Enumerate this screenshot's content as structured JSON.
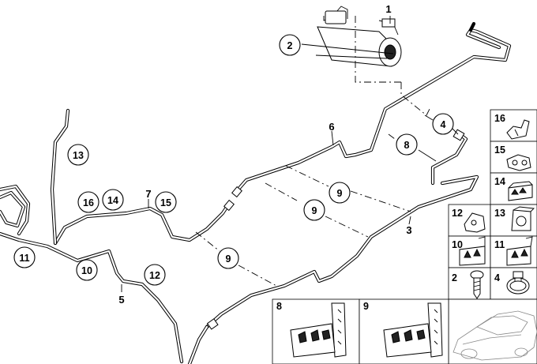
{
  "callouts_circled": [
    {
      "id": "c2",
      "label": "2"
    },
    {
      "id": "c4",
      "label": "4"
    },
    {
      "id": "c8",
      "label": "8"
    },
    {
      "id": "c9a",
      "label": "9"
    },
    {
      "id": "c9b",
      "label": "9"
    },
    {
      "id": "c9c",
      "label": "9"
    },
    {
      "id": "c13",
      "label": "13"
    },
    {
      "id": "c16",
      "label": "16"
    },
    {
      "id": "c14",
      "label": "14"
    },
    {
      "id": "c15",
      "label": "15"
    },
    {
      "id": "c11",
      "label": "11"
    },
    {
      "id": "c10",
      "label": "10"
    },
    {
      "id": "c12",
      "label": "12"
    }
  ],
  "callouts_plain": [
    {
      "id": "p1",
      "label": "1"
    },
    {
      "id": "p6",
      "label": "6"
    },
    {
      "id": "p7",
      "label": "7"
    },
    {
      "id": "p3",
      "label": "3"
    },
    {
      "id": "p5",
      "label": "5"
    }
  ],
  "thumbnails": [
    {
      "id": "t16",
      "label": "16"
    },
    {
      "id": "t15",
      "label": "15"
    },
    {
      "id": "t14",
      "label": "14"
    },
    {
      "id": "t12",
      "label": "12"
    },
    {
      "id": "t13",
      "label": "13"
    },
    {
      "id": "t10",
      "label": "10"
    },
    {
      "id": "t11",
      "label": "11"
    },
    {
      "id": "t2",
      "label": "2"
    },
    {
      "id": "t4",
      "label": "4"
    },
    {
      "id": "t8",
      "label": "8"
    },
    {
      "id": "t9",
      "label": "9"
    }
  ],
  "icons": [
    "charcoal-canister-icon",
    "fuel-pipe-icon",
    "pipe-clip-icon",
    "screw-icon",
    "hose-clamp-icon",
    "pipe-holder-icon",
    "car-silhouette-icon"
  ]
}
